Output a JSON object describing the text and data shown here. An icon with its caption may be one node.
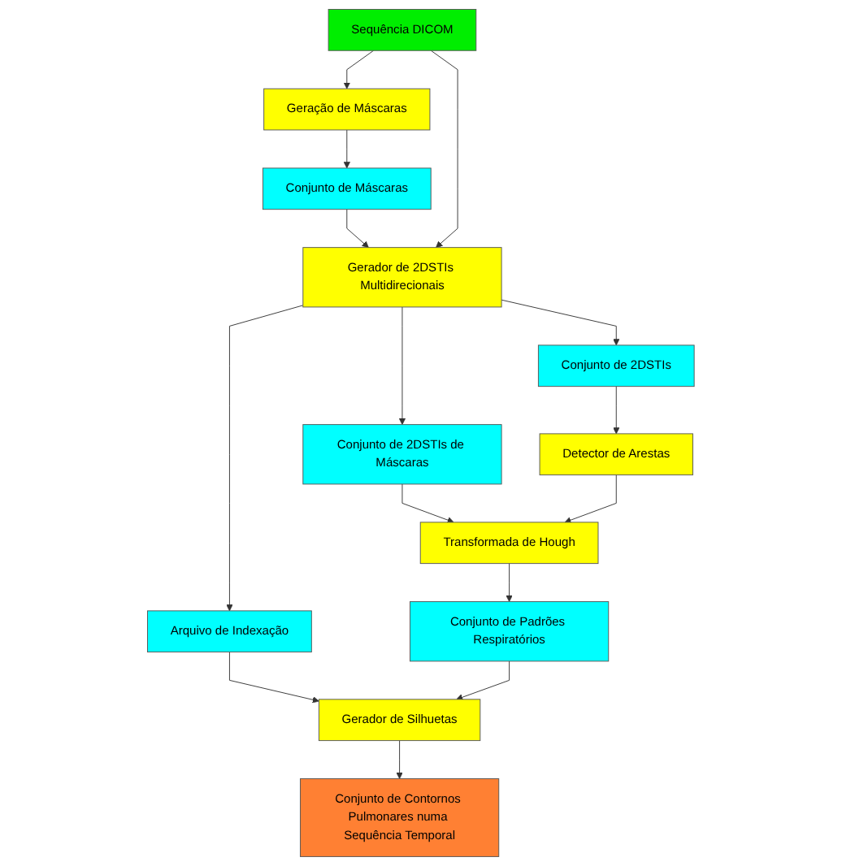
{
  "diagram": {
    "nodes": [
      {
        "text": [
          "Geração de Máscaras"
        ]
      },
      {
        "text": [
          "Sequência DICOM"
        ]
      },
      {
        "text": [
          "Conjunto de Máscaras"
        ]
      },
      {
        "text": [
          "Gerador de 2DSTIs Multidirecionais"
        ]
      },
      {
        "text": [
          "Arquivo de Indexação"
        ]
      },
      {
        "text": [
          "Conjunto de 2DSTIs de Máscaras"
        ]
      },
      {
        "text": [
          "Conjunto de 2DSTIs"
        ]
      },
      {
        "text": [
          "Detector de Arestas"
        ]
      },
      {
        "text": [
          "Transformada de Hough"
        ]
      },
      {
        "text": [
          "Conjunto de Padrões Respiratórios"
        ]
      },
      {
        "text": [
          "Gerador de Silhuetas"
        ]
      },
      {
        "text": [
          "Conjunto de Contornos Pulmonares numa Sequência Temporal"
        ]
      }
    ],
    "edges": [
      {
        "from": 1,
        "to": 0,
        "arrow": "to"
      },
      {
        "from": 0,
        "to": 2,
        "arrow": "to"
      },
      {
        "from": 2,
        "to": 3,
        "arrow": "to"
      },
      {
        "from": 1,
        "to": 3,
        "arrow": "to"
      },
      {
        "from": 3,
        "to": 4,
        "arrow": "to"
      },
      {
        "from": 3,
        "to": 5,
        "arrow": "to"
      },
      {
        "from": 3,
        "to": 6,
        "arrow": "to"
      },
      {
        "from": 6,
        "to": 7,
        "arrow": "to"
      },
      {
        "from": 5,
        "to": 8,
        "arrow": "to"
      },
      {
        "from": 7,
        "to": 8,
        "arrow": "to"
      },
      {
        "from": 8,
        "to": 9,
        "arrow": "to"
      },
      {
        "from": 4,
        "to": 10,
        "arrow": "to"
      },
      {
        "from": 9,
        "to": 10,
        "arrow": "to"
      },
      {
        "from": 10,
        "to": 11,
        "arrow": "to"
      }
    ]
  }
}
